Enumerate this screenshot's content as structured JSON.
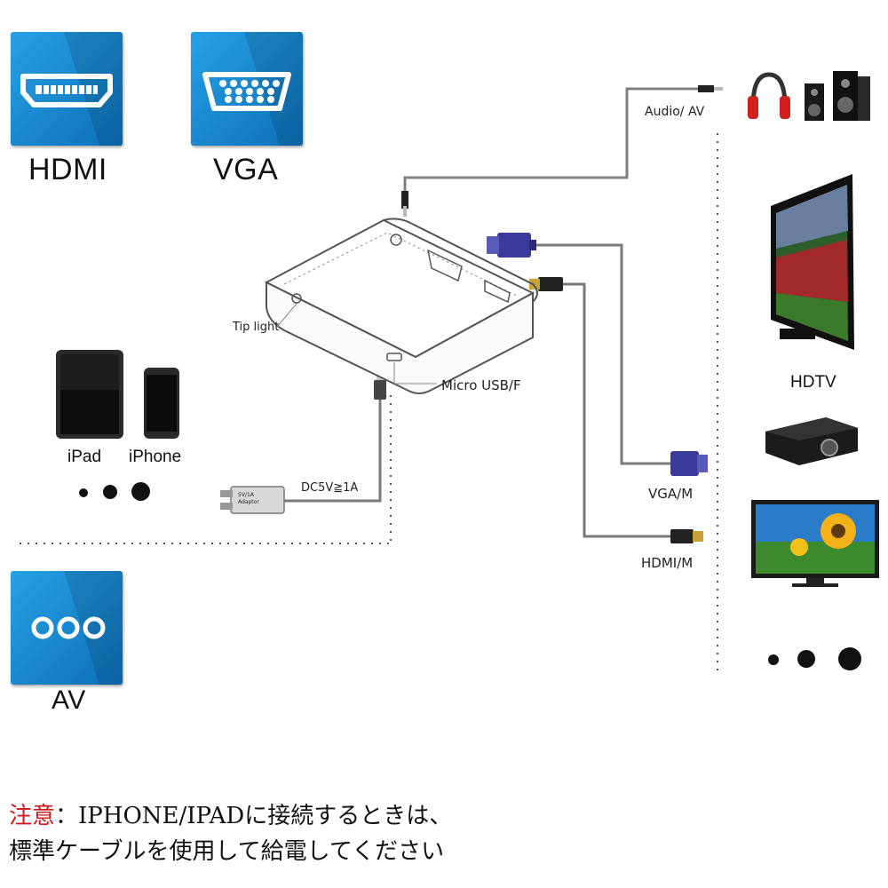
{
  "colors": {
    "tile_blue": "#1a8bd4",
    "tile_blue_dark": "#0c68b3",
    "cable": "#7a7a7a",
    "note_red": "#d01818"
  },
  "icons": [
    "hdmi-port-icon",
    "vga-port-icon",
    "av-port-icon",
    "headphones-icon",
    "speakers-icon",
    "tv-icon",
    "projector-icon",
    "monitor-icon",
    "ipad-icon",
    "iphone-icon",
    "adapter-box-icon",
    "power-adapter-icon"
  ],
  "tiles": {
    "hdmi": {
      "label": "HDMI"
    },
    "vga": {
      "label": "VGA"
    },
    "av": {
      "label": "AV"
    }
  },
  "ports": {
    "audio_av": "Audio/ AV",
    "tip_light": "Tip light",
    "micro_usb": "Micro USB/F",
    "power": "DC5V≧1A",
    "adapter_text": "5V/1A Adaptor",
    "vga_m": "VGA/M",
    "hdmi_m": "HDMI/M"
  },
  "devices": {
    "left": [
      "iPad",
      "iPhone"
    ],
    "right_tv": "HDTV"
  },
  "note": {
    "prefix": "注意",
    "line1": "：IPHONE/IPADに接続するときは、",
    "line2": "標準ケーブルを使用して給電してください"
  }
}
